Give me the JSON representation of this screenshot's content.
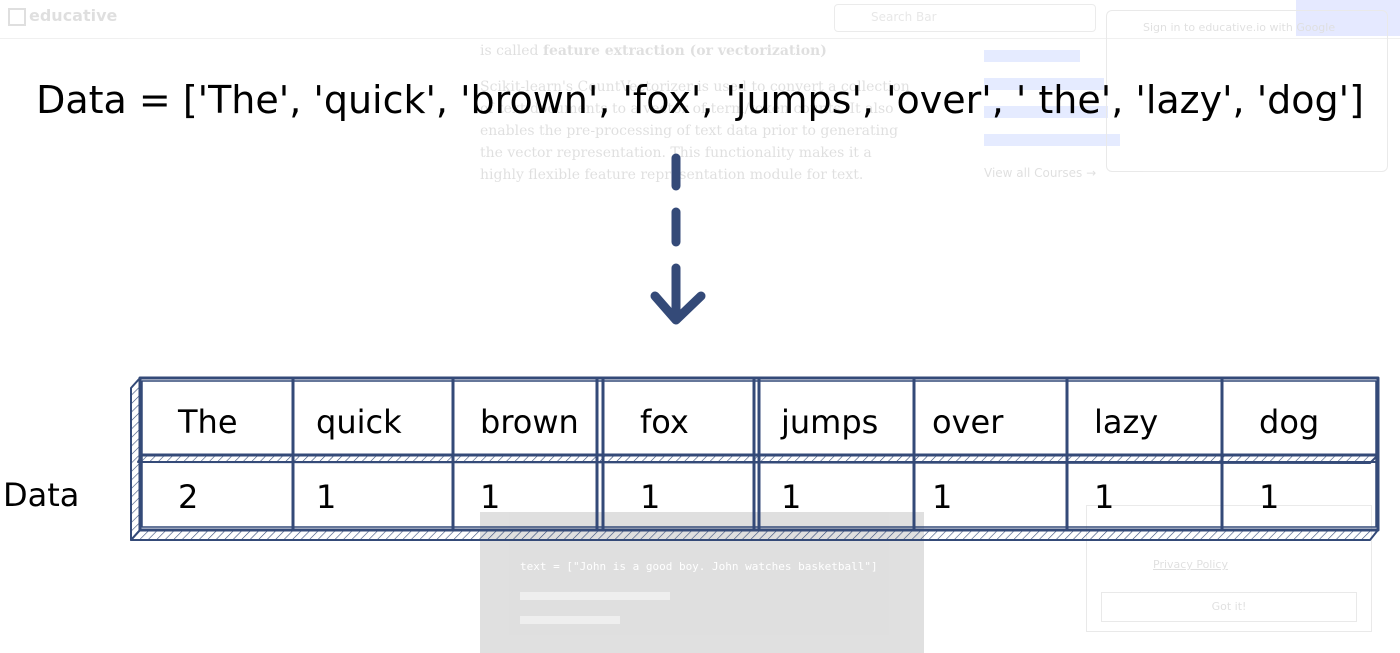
{
  "background": {
    "logo": "educative",
    "search_placeholder": "Search Bar",
    "google_prompt": "Sign in to educative.io with Google",
    "article_line_1_prefix": "is called ",
    "article_line_1_bold": "feature extraction (or vectorization)",
    "article_body": "Scikit-learn's CountVectorizer is used to convert a collection of text documents to a vector of term/token counts. It also enables the pre-processing of text data prior to generating the vector representation. This functionality makes it a highly flexible feature representation module for text.",
    "view_all": "View all Courses →",
    "code_line": "text = [\"John is a good boy. John watches basketball\"]",
    "cookie_link": "Privacy Policy",
    "cookie_button": "Got it!"
  },
  "diagram": {
    "data_list": "Data = ['The', 'quick', 'brown', 'fox', 'jumps', 'over', ' the', 'lazy', 'dog']",
    "row_label": "Data",
    "tokens": [
      "The",
      "quick",
      "brown",
      "fox",
      "jumps",
      "over",
      "lazy",
      "dog"
    ],
    "counts": [
      "2",
      "1",
      "1",
      "1",
      "1",
      "1",
      "1",
      "1"
    ],
    "colors": {
      "frame": "#344a78",
      "text": "#000000"
    }
  }
}
